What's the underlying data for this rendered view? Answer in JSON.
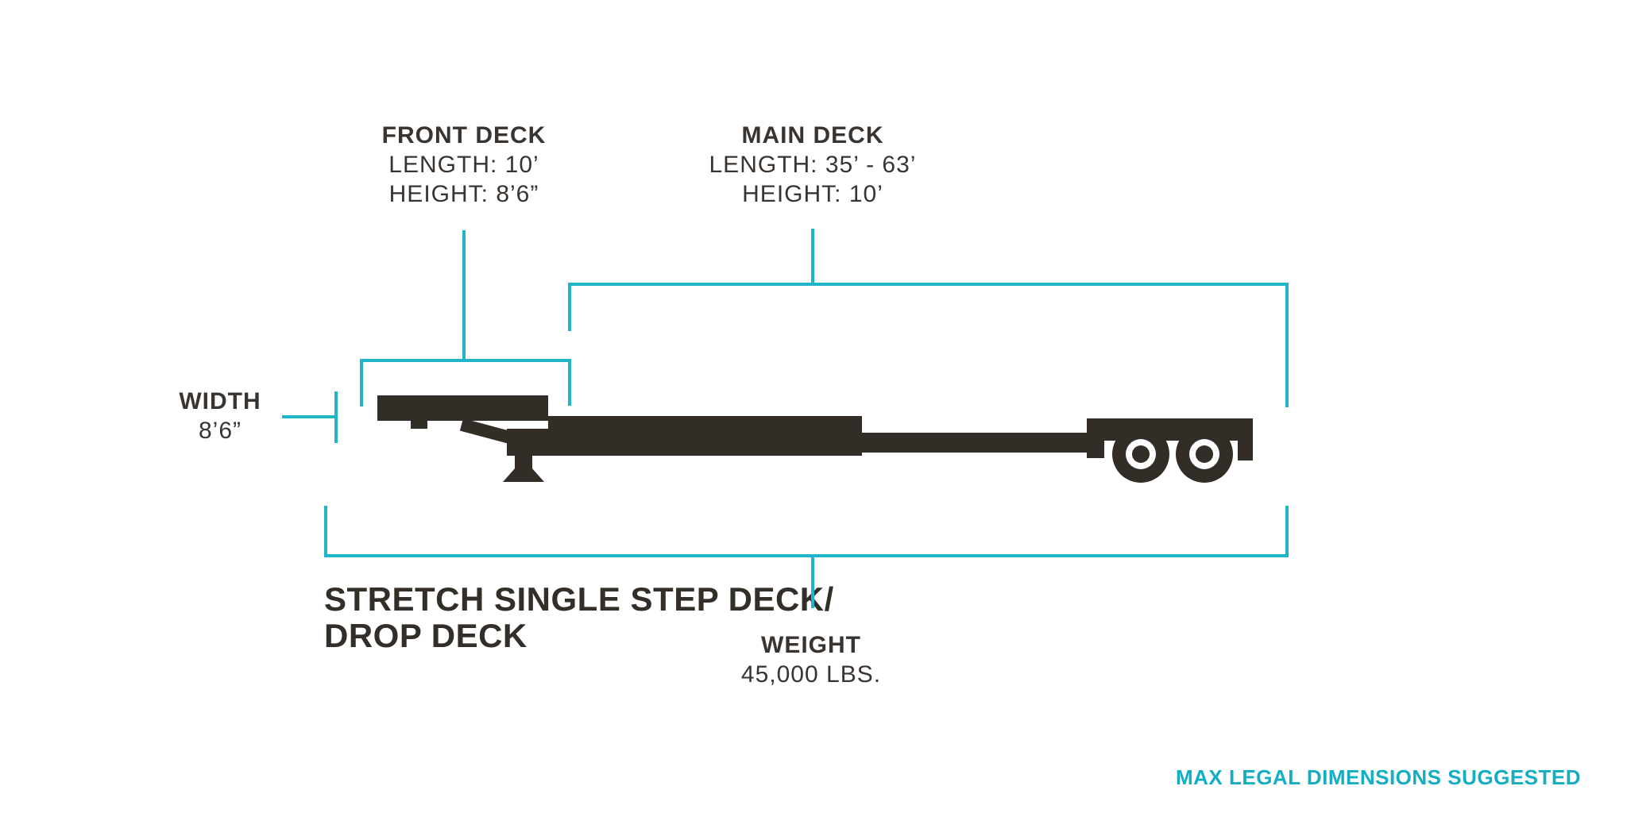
{
  "diagram_title_line1": "STRETCH SINGLE STEP DECK/",
  "diagram_title_line2": "DROP DECK",
  "labels": {
    "front_deck": {
      "title": "FRONT DECK",
      "length": "LENGTH: 10’",
      "height": "HEIGHT: 8’6”"
    },
    "main_deck": {
      "title": "MAIN DECK",
      "length": "LENGTH: 35’ - 63’",
      "height": "HEIGHT: 10’"
    },
    "width": {
      "title": "WIDTH",
      "value": "8’6”"
    },
    "weight": {
      "title": "WEIGHT",
      "value": "45,000 LBS."
    }
  },
  "footnote": "MAX LEGAL DIMENSIONS SUGGESTED",
  "colors": {
    "accent_teal": "#1db5c7",
    "footnote_teal": "#14aec2",
    "trailer_dark": "#332d27",
    "text_dark": "#3a3430",
    "background": "#ffffff"
  }
}
